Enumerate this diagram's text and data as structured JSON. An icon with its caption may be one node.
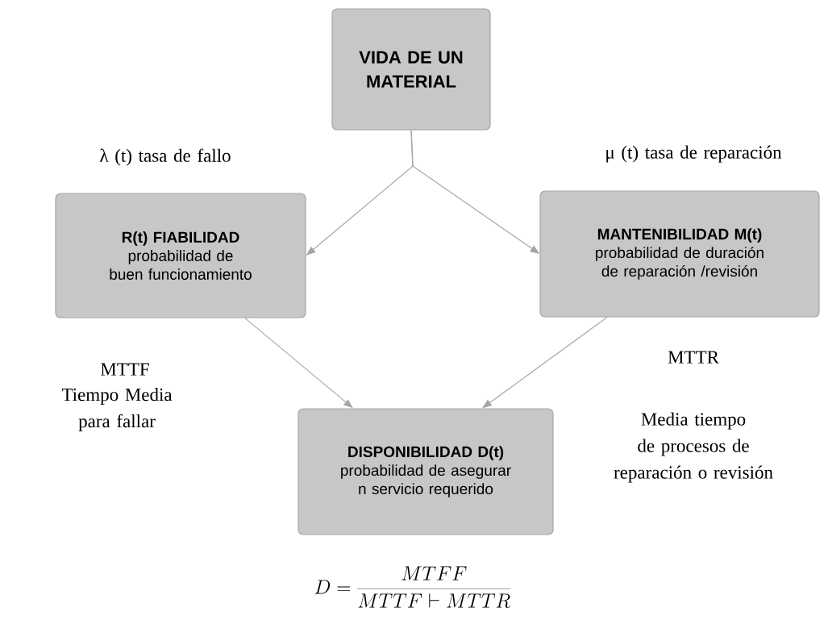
{
  "diagram": {
    "nodes": [
      {
        "text": [
          "VIDA DE UN MATERIAL"
        ]
      },
      {
        "text": [
          "R(t) FIABILIDAD",
          "probabilidad de buen funcionamiento"
        ]
      },
      {
        "text": [
          "MANTENIBILIDAD M(t)",
          "probabilidad de duración de reparación /revisión"
        ]
      },
      {
        "text": [
          "DISPONIBILIDAD D(t)",
          "probabilidad de asegurar n servicio requerido"
        ]
      }
    ],
    "edges": [
      {
        "from": 0,
        "to": 1,
        "arrow": "to"
      },
      {
        "from": 0,
        "to": 2,
        "arrow": "to"
      },
      {
        "from": 1,
        "to": 3,
        "arrow": "to"
      },
      {
        "from": 2,
        "to": 3,
        "arrow": "to"
      }
    ],
    "labels": [
      "λ (t) tasa de fallo",
      "μ (t) tasa de reparación",
      "MTTF",
      "Tiempo Media para fallar",
      "MTTR",
      "Media tiempo de procesos de reparación o revisión",
      "D = \\frac{MTFF}{MTTF \\vdash MTTR}"
    ]
  }
}
